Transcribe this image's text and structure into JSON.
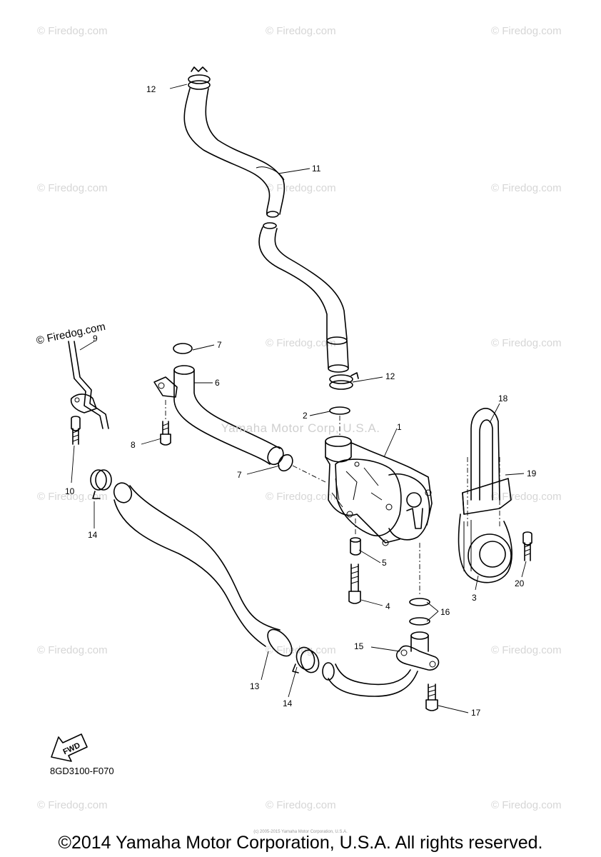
{
  "watermark": "© Firedog.com",
  "overlay_text": "Yamaha Motor Corp, U.S.A.",
  "fwd_label": "FWD",
  "diagram_code": "8GD3100-F070",
  "fine_print": "(c) 2005-2015 Yamaha Motor Corporation, U.S.A.",
  "footer_copyright": "©2014 Yamaha Motor Corporation, U.S.A. All rights reserved.",
  "callouts": [
    {
      "id": "callout-1",
      "label": "1"
    },
    {
      "id": "callout-2",
      "label": "2"
    },
    {
      "id": "callout-3",
      "label": "3"
    },
    {
      "id": "callout-4",
      "label": "4"
    },
    {
      "id": "callout-5",
      "label": "5"
    },
    {
      "id": "callout-6",
      "label": "6"
    },
    {
      "id": "callout-7-top",
      "label": "7"
    },
    {
      "id": "callout-7-mid",
      "label": "7"
    },
    {
      "id": "callout-8",
      "label": "8"
    },
    {
      "id": "callout-9",
      "label": "9"
    },
    {
      "id": "callout-10",
      "label": "10"
    },
    {
      "id": "callout-11",
      "label": "11"
    },
    {
      "id": "callout-12-top",
      "label": "12"
    },
    {
      "id": "callout-12-mid",
      "label": "12"
    },
    {
      "id": "callout-13",
      "label": "13"
    },
    {
      "id": "callout-14-left",
      "label": "14"
    },
    {
      "id": "callout-14-bottom",
      "label": "14"
    },
    {
      "id": "callout-15",
      "label": "15"
    },
    {
      "id": "callout-16",
      "label": "16"
    },
    {
      "id": "callout-17",
      "label": "17"
    },
    {
      "id": "callout-18",
      "label": "18"
    },
    {
      "id": "callout-19",
      "label": "19"
    },
    {
      "id": "callout-20",
      "label": "20"
    }
  ]
}
